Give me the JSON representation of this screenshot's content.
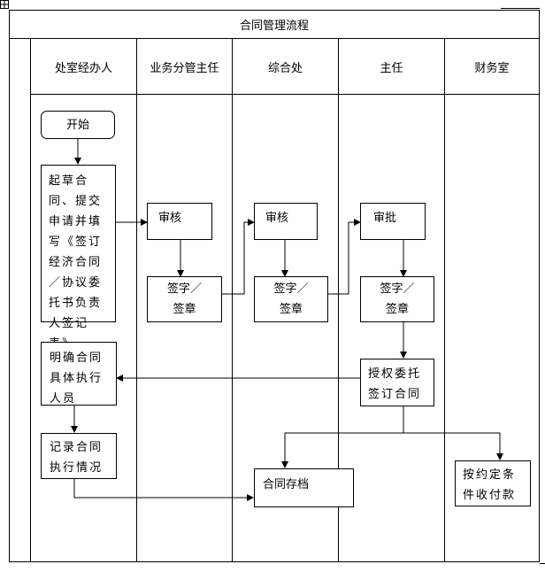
{
  "title": "合同管理流程",
  "columns": [
    "处室经办人",
    "业务分管主任",
    "综合处",
    "主任",
    "财务室"
  ],
  "nodes": {
    "start": "开始",
    "draft": "起草合同、提交申请并填写《签订经济合同／协议委托书负责人签记表》",
    "review1": "审核",
    "sign1": "签字／签章",
    "review2": "审核",
    "sign2": "签字／签章",
    "approve": "审批",
    "sign3": "签字／签章",
    "authorize": "授权委托签订合同",
    "assign": "明确合同具体执行人员",
    "record": "记录合同执行情况",
    "archive": "合同存档",
    "pay": "按约定条件收付款"
  },
  "icons": {
    "corner": "move-handle-icon"
  }
}
